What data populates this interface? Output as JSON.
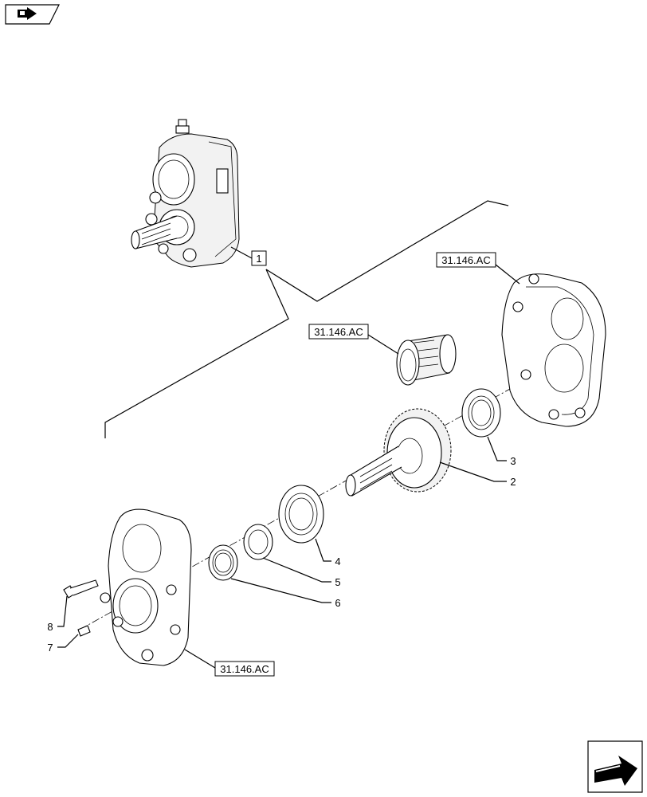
{
  "nav": {
    "prev_icon": "back-arrow-icon",
    "next_icon": "next-page-arrow-icon"
  },
  "callouts": {
    "assembly_ref": "1",
    "housing_ref": "31.146.AC",
    "sleeve_ref": "31.146.AC",
    "cover_ref": "31.146.AC"
  },
  "parts": [
    {
      "item": "2"
    },
    {
      "item": "3"
    },
    {
      "item": "4"
    },
    {
      "item": "5"
    },
    {
      "item": "6"
    },
    {
      "item": "7"
    },
    {
      "item": "8"
    }
  ]
}
